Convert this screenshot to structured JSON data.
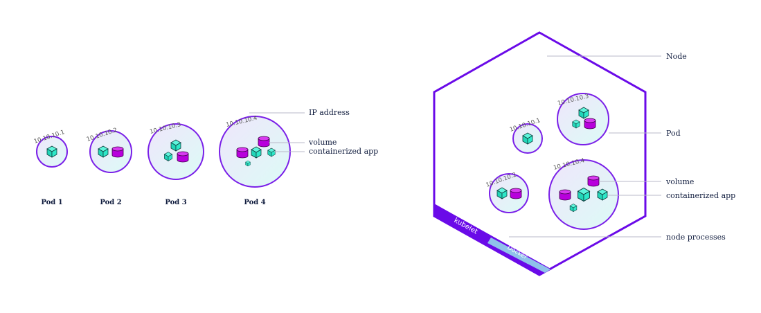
{
  "left": {
    "pods": [
      {
        "name": "Pod 1",
        "ip": "10.10.10.1"
      },
      {
        "name": "Pod 2",
        "ip": "10.10.10.2"
      },
      {
        "name": "Pod 3",
        "ip": "10.10.10.3"
      },
      {
        "name": "Pod 4",
        "ip": "10.10.10.4"
      }
    ],
    "labels": {
      "ip": "IP address",
      "volume": "volume",
      "app": "containerized app"
    }
  },
  "right": {
    "ips": [
      "10.10.10.1",
      "10.10.10.2",
      "10.10.10.3",
      "10.10.10.4"
    ],
    "labels": {
      "node": "Node",
      "pod": "Pod",
      "volume": "volume",
      "app": "containerized app",
      "processes": "node processes"
    },
    "processes": {
      "kubelet": "kubelet",
      "docker": "Docker"
    }
  },
  "colors": {
    "purple": "#6a0ae8",
    "teal": "#2de8c8",
    "magenta": "#c400e8",
    "docker": "#8fc2ea"
  }
}
